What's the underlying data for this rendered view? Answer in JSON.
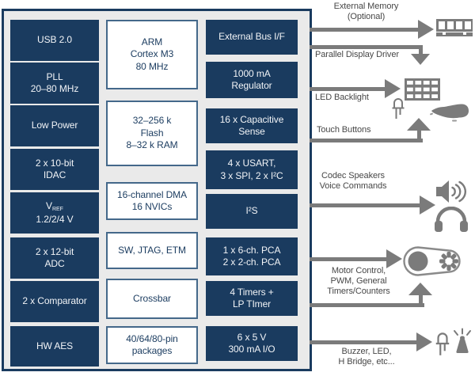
{
  "palette": {
    "navy": "#1a3b5f",
    "box_background": "#eaeaea",
    "white_block_border": "#44688a",
    "arrow_gray": "#7b7b7b",
    "label_text": "#474747"
  },
  "soc": {
    "left": [
      {
        "label": "USB 2.0"
      },
      {
        "label": "PLL\n20–80 MHz"
      },
      {
        "label": "Low Power"
      },
      {
        "label": "2 x 10-bit\nIDAC"
      },
      {
        "main": "V",
        "sub": "REF",
        "line2": "1.2/2/4 V"
      },
      {
        "label": "2 x 12-bit\nADC"
      },
      {
        "label": "2 x Comparator"
      },
      {
        "label": "HW AES"
      }
    ],
    "middle": [
      {
        "label": "ARM\nCortex M3\n80 MHz"
      },
      {
        "label": "32–256 k\nFlash\n8–32 k RAM"
      },
      {
        "label": "16-channel DMA\n16 NVICs"
      },
      {
        "label": "SW, JTAG, ETM"
      },
      {
        "label": "Crossbar"
      },
      {
        "label": "40/64/80-pin\npackages"
      }
    ],
    "right": [
      {
        "label": "External Bus I/F"
      },
      {
        "label": "1000 mA\nRegulator"
      },
      {
        "label": "16 x Capacitive\nSense"
      },
      {
        "label": "4 x USART,\n3 x SPI, 2 x I²C"
      },
      {
        "label": "I²S"
      },
      {
        "label": "1 x 6-ch. PCA\n2 x 2-ch. PCA"
      },
      {
        "label": "4 Timers +\nLP TImer"
      },
      {
        "label": "6 x 5 V\n300 mA I/O"
      }
    ]
  },
  "annotations": {
    "external_memory": "External Memory\n(Optional)",
    "parallel_display": "Parallel Display Driver",
    "led_backlight": "LED Backlight",
    "touch_buttons": "Touch Buttons",
    "codec": "Codec Speakers\nVoice Commands",
    "motor": "Motor Control,\nPWM, General\nTimers/Counters",
    "buzzer": "Buzzer, LED,\nH Bridge, etc..."
  }
}
